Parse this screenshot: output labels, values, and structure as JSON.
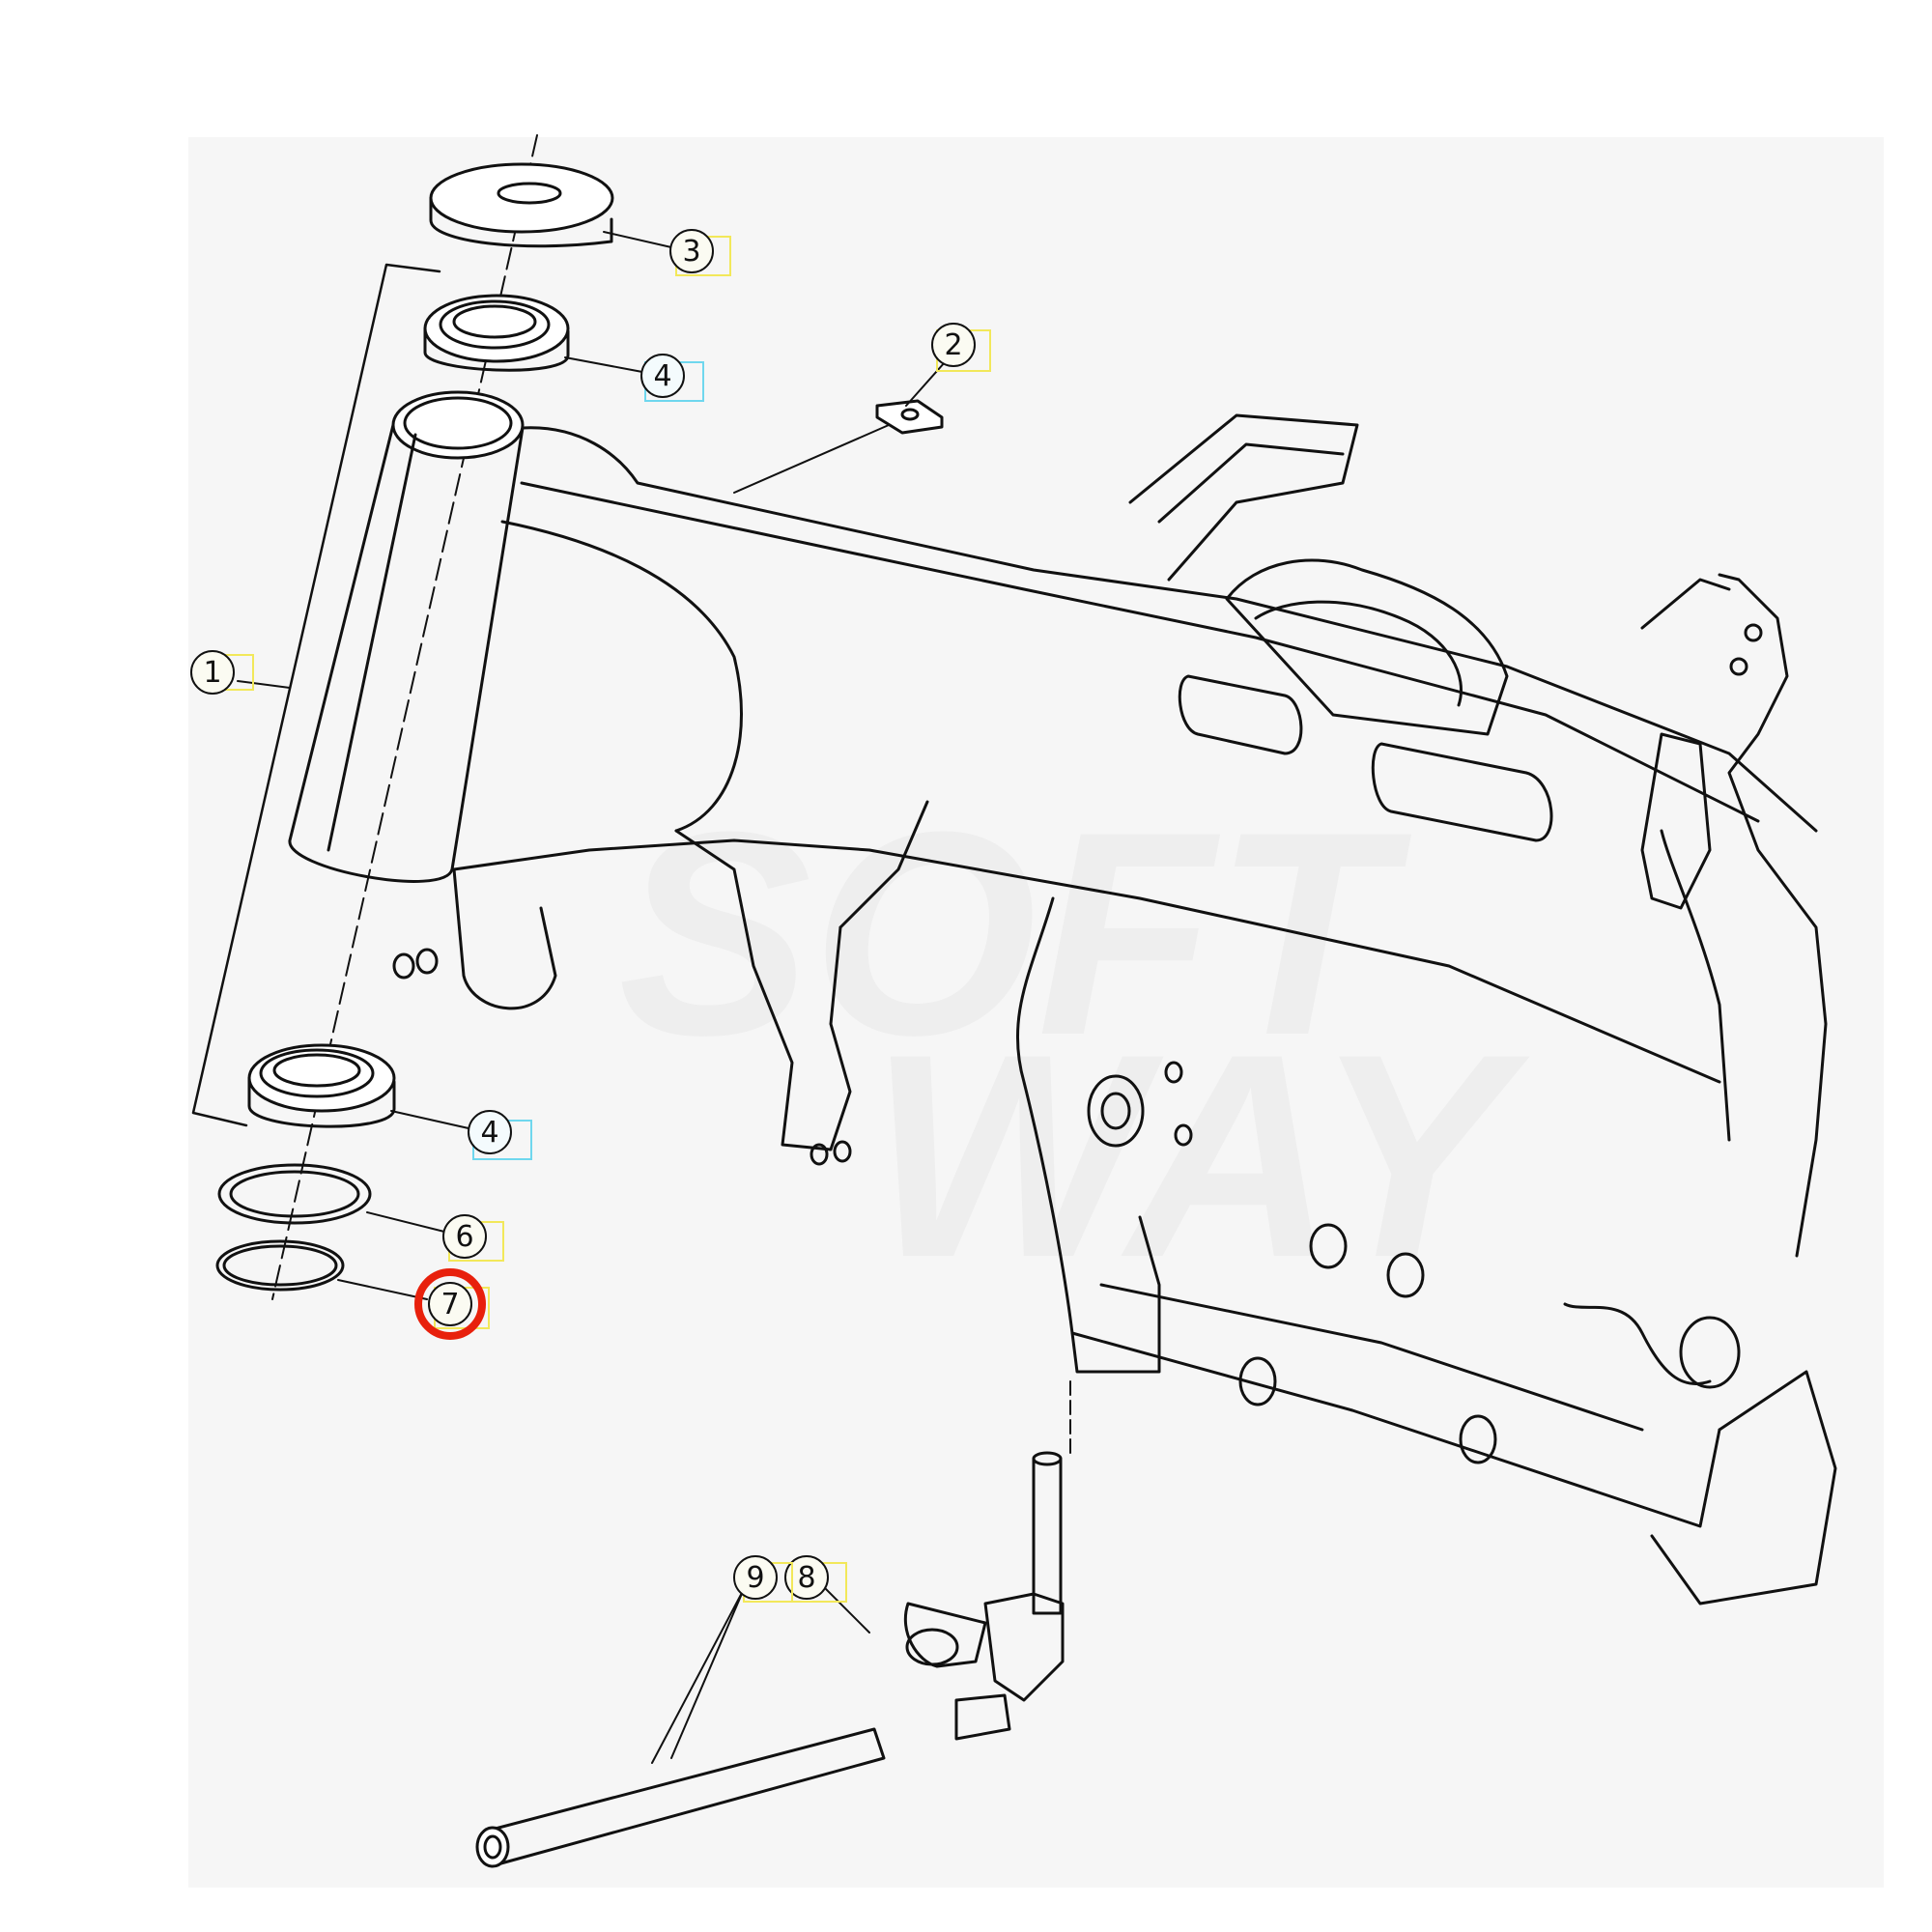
{
  "diagram": {
    "title": "",
    "watermark": {
      "line1": "SOFT",
      "line2": "WAY",
      "color": "#eeeeee"
    },
    "colors": {
      "line": "#111111",
      "background_panel": "#f6f6f6",
      "highlight": "#e8200c",
      "tag_yellow": "#f2e85a",
      "tag_cyan": "#6fd7ee"
    },
    "callouts": [
      {
        "id": "callout-1",
        "label": "1",
        "tag": "yellow"
      },
      {
        "id": "callout-2",
        "label": "2",
        "tag": "yellow"
      },
      {
        "id": "callout-3",
        "label": "3",
        "tag": "yellow"
      },
      {
        "id": "callout-4a",
        "label": "4",
        "tag": "cyan"
      },
      {
        "id": "callout-4b",
        "label": "4",
        "tag": "cyan"
      },
      {
        "id": "callout-6",
        "label": "6",
        "tag": "yellow"
      },
      {
        "id": "callout-7",
        "label": "7",
        "tag": "yellow",
        "highlighted": true
      },
      {
        "id": "callout-8",
        "label": "8",
        "tag": "yellow"
      },
      {
        "id": "callout-9",
        "label": "9",
        "tag": "yellow"
      }
    ]
  }
}
